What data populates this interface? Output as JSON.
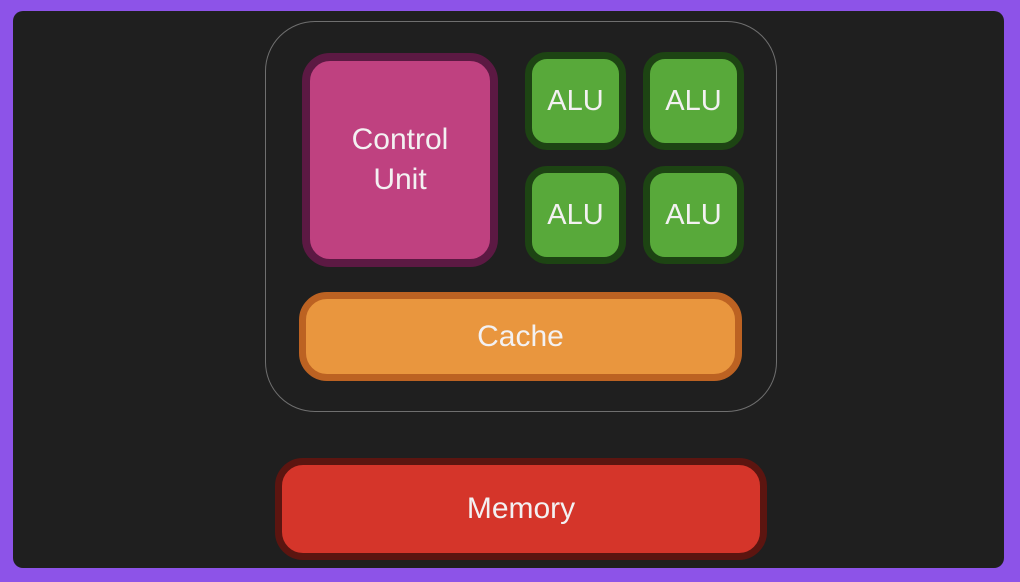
{
  "diagram": {
    "frame_color": "#8d53e8",
    "background_color": "#1f1f1f",
    "text_color": "#f3f1f2",
    "cpu": {
      "outline_color": "#6f6f6f",
      "control_unit": {
        "label": "Control Unit",
        "fill": "#bf4180",
        "border": "#5c1943"
      },
      "alu_units": [
        {
          "label": "ALU"
        },
        {
          "label": "ALU"
        },
        {
          "label": "ALU"
        },
        {
          "label": "ALU"
        }
      ],
      "alu_fill": "#58a93a",
      "alu_border": "#1d4413",
      "cache": {
        "label": "Cache",
        "fill": "#e9963e",
        "border": "#bc6222"
      }
    },
    "memory": {
      "label": "Memory",
      "fill": "#d5352a",
      "border": "#5c1510"
    }
  }
}
